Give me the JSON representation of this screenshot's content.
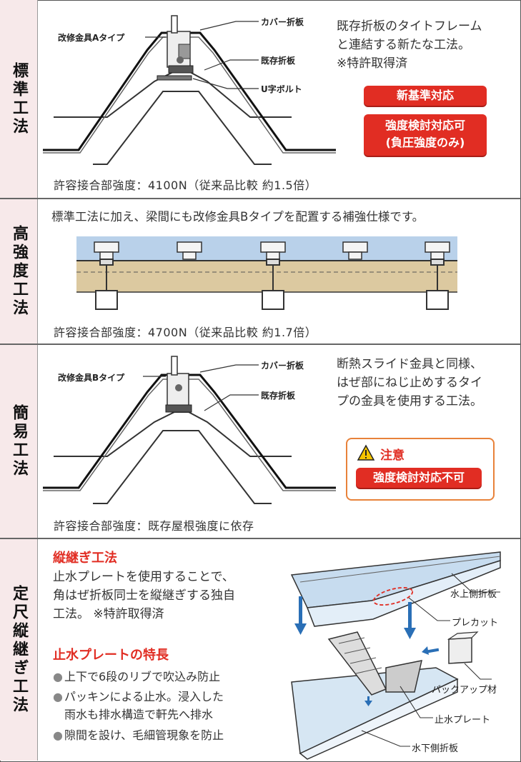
{
  "sections": {
    "standard": {
      "side_label": "標準工法",
      "callouts": {
        "bracket_a": "改修金具Aタイプ",
        "cover": "カバー折板",
        "existing": "既存折板",
        "ubolt": "U字ボルト"
      },
      "desc_lines": [
        "既存折板のタイトフレーム",
        "と連結する新たな工法。",
        "※特許取得済"
      ],
      "badge_new": "新基準対応",
      "badge_review_lines": [
        "強度検討対応可",
        "(負圧強度のみ)"
      ],
      "strength": "許容接合部強度：4100N（従来品比較 約1.5倍）"
    },
    "high": {
      "side_label": "高強度工法",
      "desc": "標準工法に加え、梁間にも改修金具Bタイプを配置する補強仕様です。",
      "strength": "許容接合部強度：4700N（従来品比較 約1.7倍）"
    },
    "simple": {
      "side_label": "簡易工法",
      "callouts": {
        "bracket_b": "改修金具Bタイプ",
        "cover": "カバー折板",
        "existing": "既存折板"
      },
      "desc_lines": [
        "断熱スライド金具と同様、",
        "はぜ部にねじ止めするタイ",
        "プの金具を使用する工法。"
      ],
      "caution_title": "注意",
      "caution_badge": "強度検討対応不可",
      "strength": "許容接合部強度：既存屋根強度に依存"
    },
    "joint": {
      "side_label": "定尺縦継ぎ工法",
      "title": "縦継ぎ工法",
      "desc_lines": [
        "止水プレートを使用することで、",
        "角はぜ折板同士を縦継ぎする独自",
        "工法。 ※特許取得済"
      ],
      "features_title": "止水プレートの特長",
      "features": [
        "上下で6段のリブで吹込み防止",
        "パッキンによる止水。浸入した",
        "雨水も排水構造で軒先へ排水",
        "隙間を設け、毛細管現象を防止"
      ],
      "callouts": {
        "upper": "水上側折板",
        "precut": "プレカット",
        "backup": "バックアップ材",
        "plate": "止水プレート",
        "lower": "水下側折板"
      }
    }
  },
  "colors": {
    "accent": "#e12d23",
    "side_bg": "#f7e9ea",
    "roof_blue": "#b9d1ea",
    "insulation": "#dcc9a0"
  }
}
